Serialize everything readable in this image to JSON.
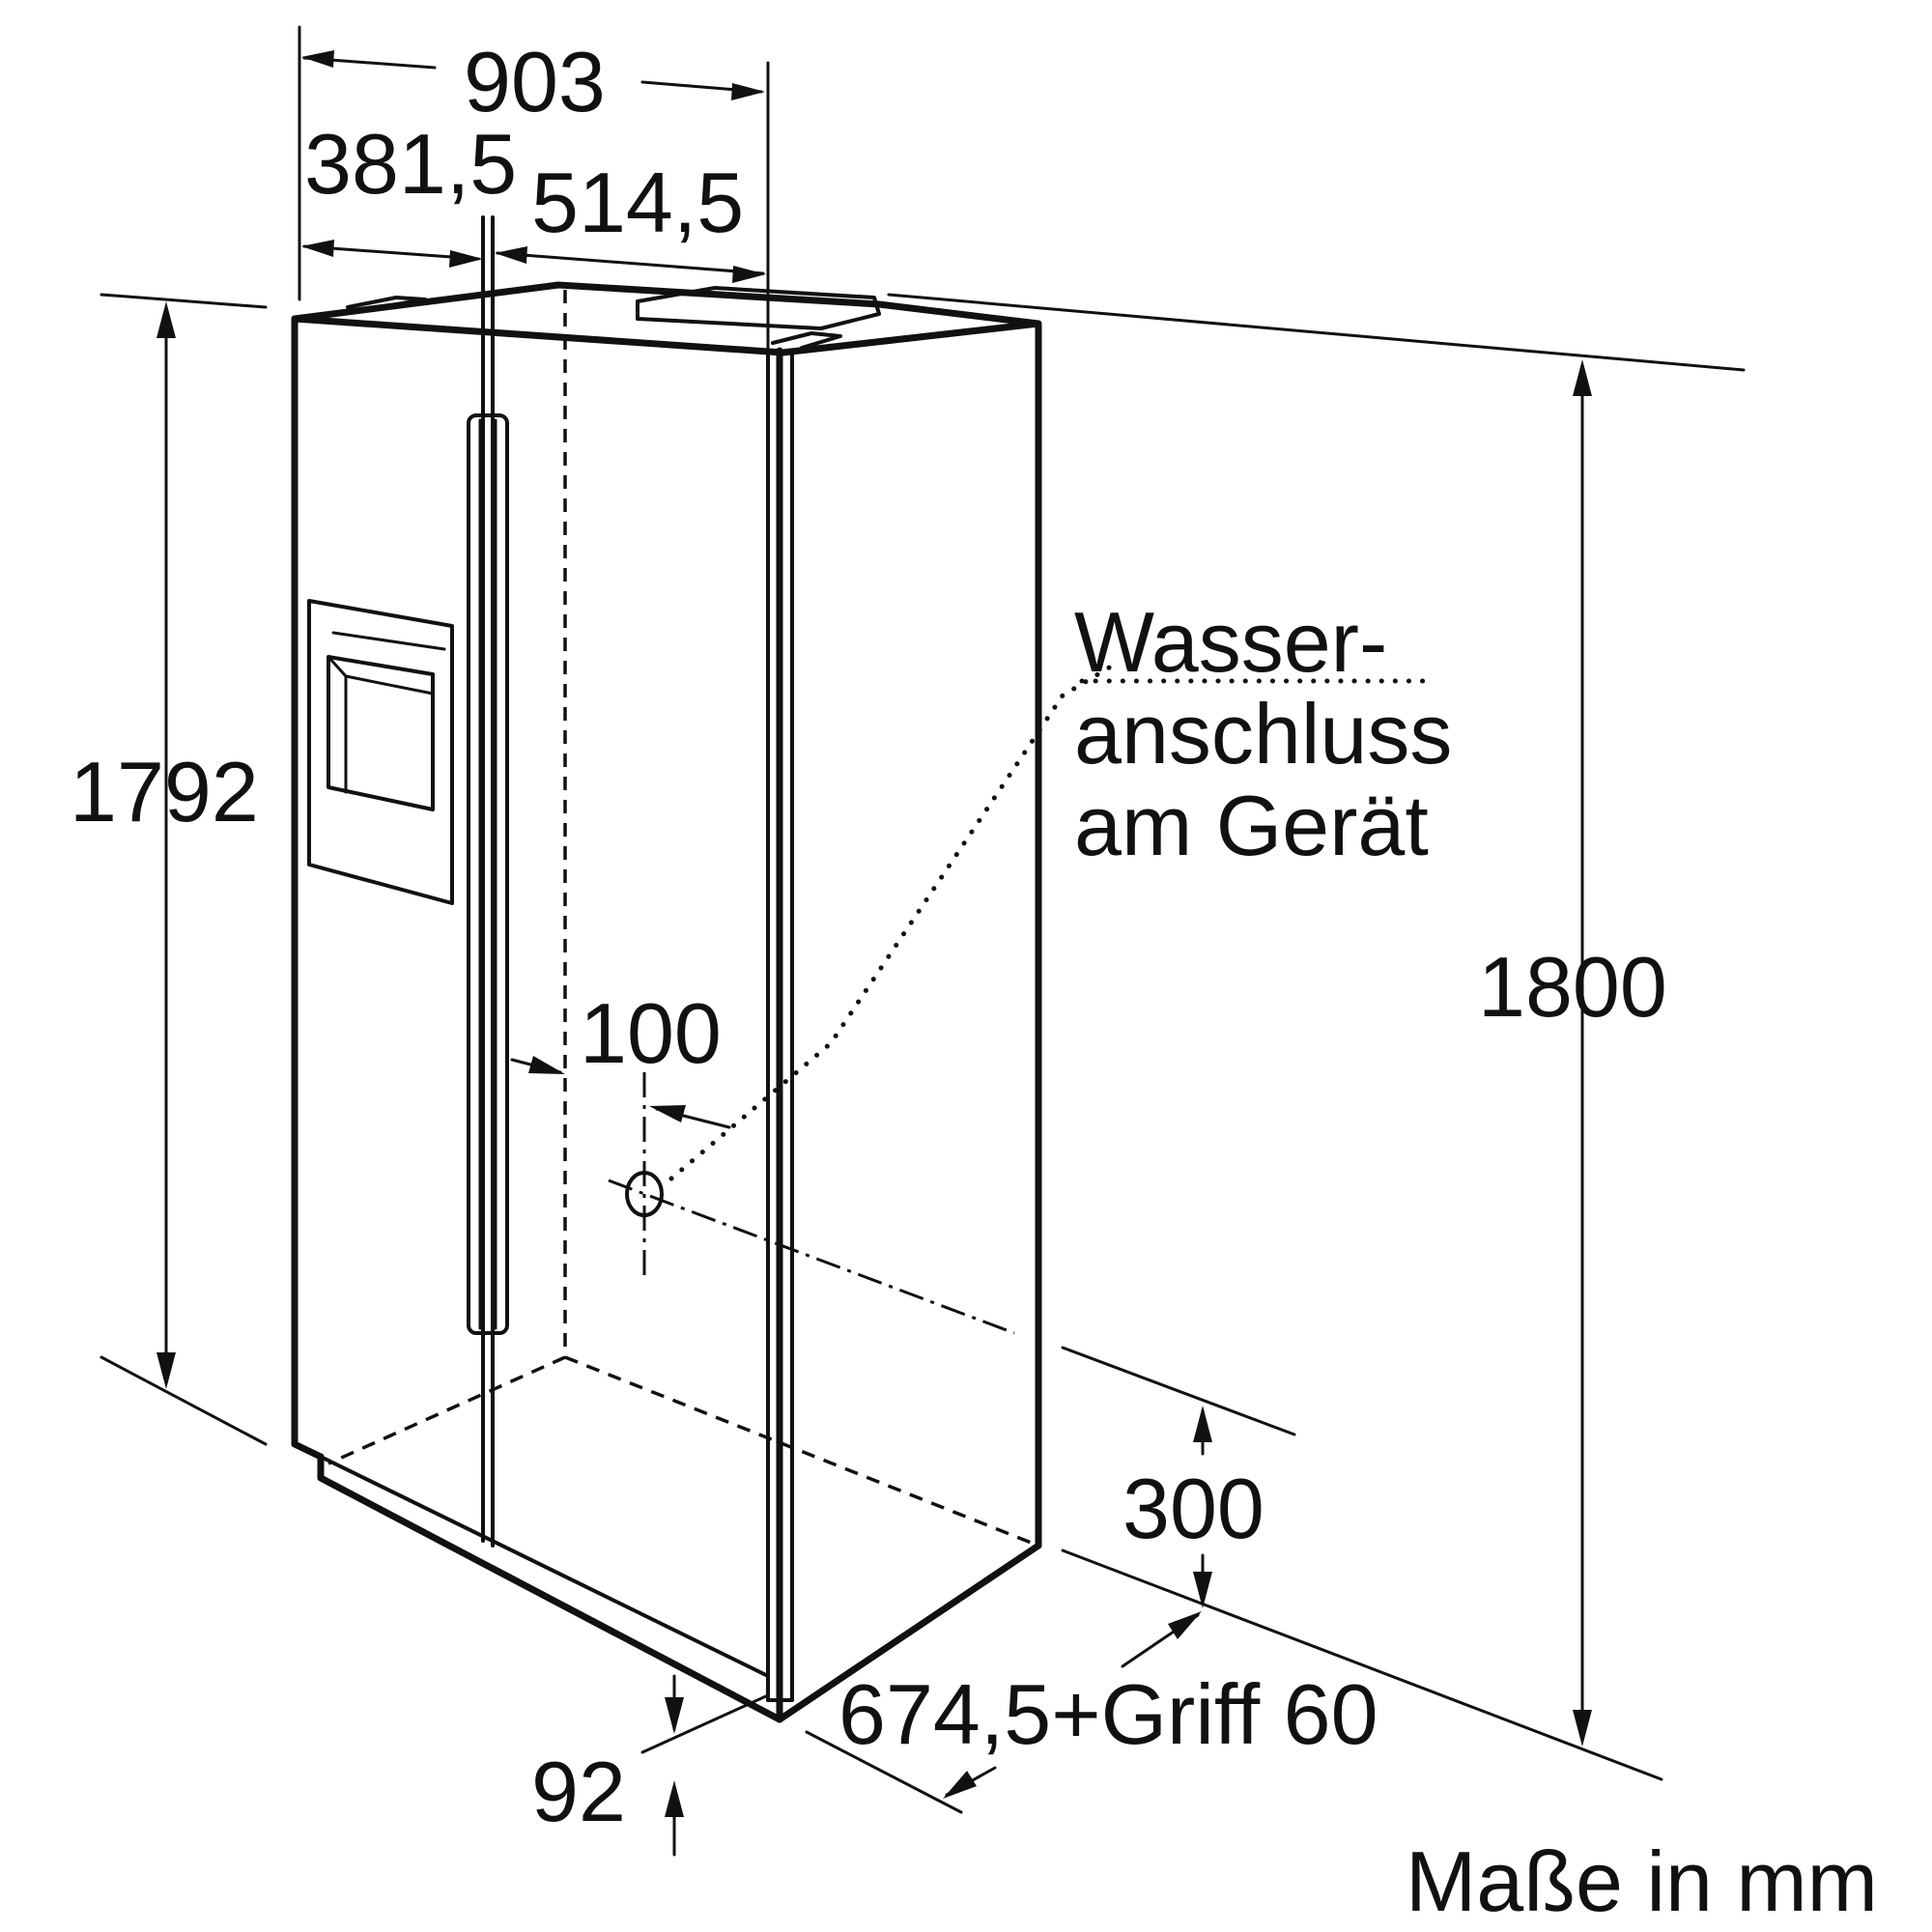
{
  "dimensions": {
    "total_width": "903",
    "freezer_width": "381,5",
    "fridge_width": "514,5",
    "height_total": "1800",
    "height_body": "1792",
    "connection_offset": "100",
    "connection_height": "300",
    "depth": "674,5+Griff 60",
    "base_height": "92"
  },
  "annotations": {
    "water_line1": "Wasser-",
    "water_line2": "anschluss",
    "water_line3": "am Gerät"
  },
  "units_note": "Maße in mm",
  "colors": {
    "ink": "#111111",
    "background": "#ffffff"
  }
}
